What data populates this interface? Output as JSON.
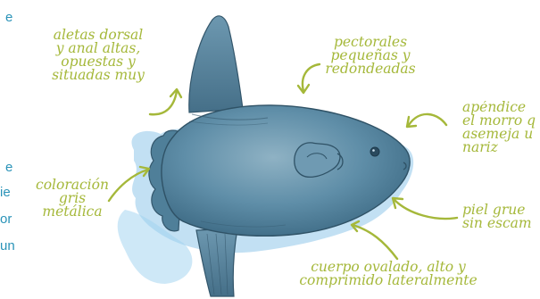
{
  "annotations": {
    "fins": "aletas dorsal\ny anal altas,\nopuestas y\nsituadas muy",
    "pectorals": "pectorales\npequeñas y\nredondeadas",
    "appendix": "apéndice\nel morro q\nasemeja u\nnariz",
    "coloration": "coloración\ngris\nmetálica",
    "skin": "piel grue\nsin escam",
    "body": "cuerpo ovalado, alto y\ncomprimido lateralmente"
  },
  "left_edge_text": {
    "line1": "e",
    "line2": "e",
    "line3": "ie",
    "line4": "or",
    "line5": "un"
  },
  "colors": {
    "annotation": "#a5b83a",
    "edge_text": "#2a93b8",
    "fish_body": "#5f8ea8",
    "fish_dark": "#33566b",
    "watercolor": "#8fc7ea"
  }
}
